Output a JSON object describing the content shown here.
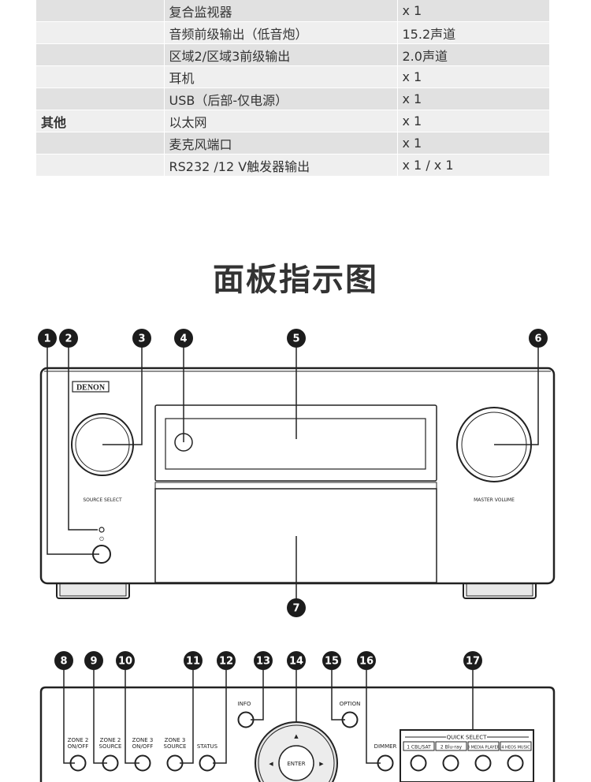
{
  "spec_rows": [
    {
      "category": "",
      "item": "复合监视器",
      "value": "x 1"
    },
    {
      "category": "",
      "item": "音频前级输出（低音炮）",
      "value": "15.2声道"
    },
    {
      "category": "",
      "item": "区域2/区域3前级输出",
      "value": "2.0声道"
    },
    {
      "category": "",
      "item": "耳机",
      "value": "x 1"
    },
    {
      "category": "",
      "item": "USB（后部-仅电源）",
      "value": "x 1"
    },
    {
      "category": "其他",
      "item": "以太网",
      "value": "x 1"
    },
    {
      "category": "",
      "item": "麦克风端口",
      "value": "x 1"
    },
    {
      "category": "",
      "item": "RS232 /12 V触发器输出",
      "value": "x 1 / x 1"
    }
  ],
  "heading": "面板指示图",
  "front_panel": {
    "brand": "DENON",
    "source_select_label": "SOURCE SELECT",
    "master_volume_label": "MASTER VOLUME",
    "callouts": [
      "1",
      "2",
      "3",
      "4",
      "5",
      "6",
      "7"
    ]
  },
  "detail_panel": {
    "callouts": [
      "8",
      "9",
      "10",
      "11",
      "12",
      "13",
      "14",
      "15",
      "16",
      "17"
    ],
    "buttons": {
      "zone2_onoff": [
        "ZONE 2",
        "ON/OFF"
      ],
      "zone2_source": [
        "ZONE 2",
        "SOURCE"
      ],
      "zone3_onoff": [
        "ZONE 3",
        "ON/OFF"
      ],
      "zone3_source": [
        "ZONE 3",
        "SOURCE"
      ],
      "status": "STATUS",
      "info": "INFO",
      "option": "OPTION",
      "enter": "ENTER",
      "dimmer": "DIMMER"
    },
    "quick_select": {
      "title": "QUICK SELECT",
      "items": [
        "1 CBL/SAT",
        "2 Blu-ray",
        "3 MEDIA PLAYER",
        "4 HEOS MUSIC"
      ]
    }
  }
}
